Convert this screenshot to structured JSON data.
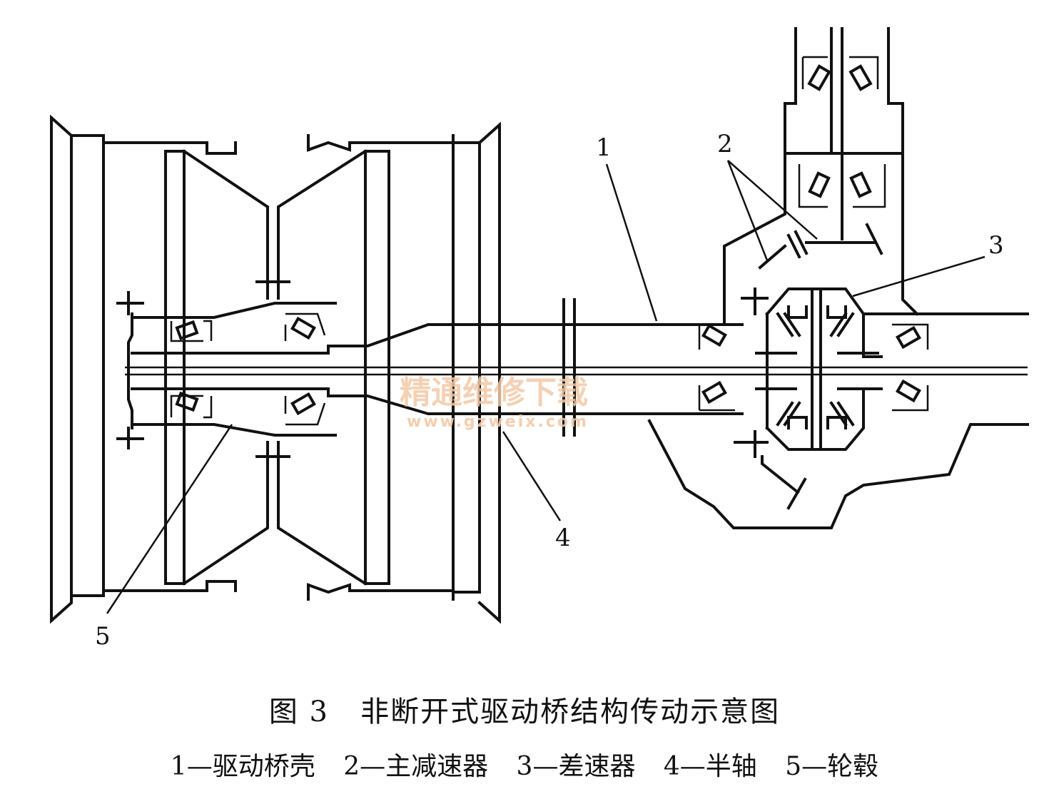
{
  "figure": {
    "number": "图 3",
    "title": "非断开式驱动桥结构传动示意图"
  },
  "callouts": [
    "1",
    "2",
    "3",
    "4",
    "5"
  ],
  "legend": [
    "1—驱动桥壳",
    "2—主减速器",
    "3—差速器",
    "4—半轴",
    "5—轮毂"
  ],
  "watermark": {
    "text": "精通维修下载",
    "url": "www.gzweix.com",
    "color": "#f3c9a8"
  }
}
